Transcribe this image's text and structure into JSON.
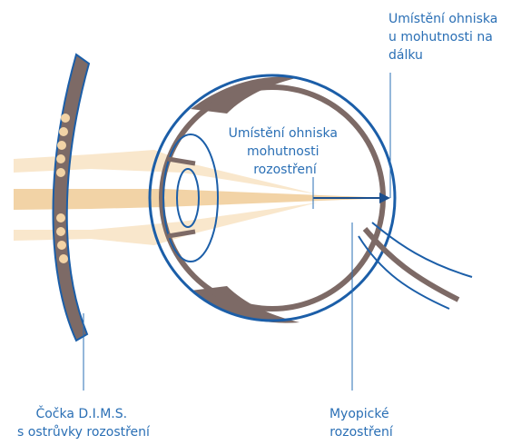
{
  "labels": {
    "far_focus": [
      "Umístění ohniska",
      "u mohutnosti na",
      "dálku"
    ],
    "defocus_focus": [
      "Umístění ohniska",
      "mohutnosti",
      "rozostření"
    ],
    "lens": [
      "Čočka D.I.M.S.",
      "s ostrůvky rozostření"
    ],
    "myopic": [
      "Myopické",
      "rozostření"
    ]
  },
  "colors": {
    "text": "#2a6fb5",
    "outline": "#1b5ea8",
    "brown": "#7d6a66",
    "beam": "#f2d3a6",
    "beam_light": "#f9e7cc",
    "arrow": "#1b4f8e",
    "pointer": "#2a6fb5"
  },
  "icons": {
    "lens": "dims-lens-icon",
    "eye": "eyeball-icon",
    "optic_nerve": "optic-nerve-icon",
    "arrow": "focus-arrow-icon"
  }
}
